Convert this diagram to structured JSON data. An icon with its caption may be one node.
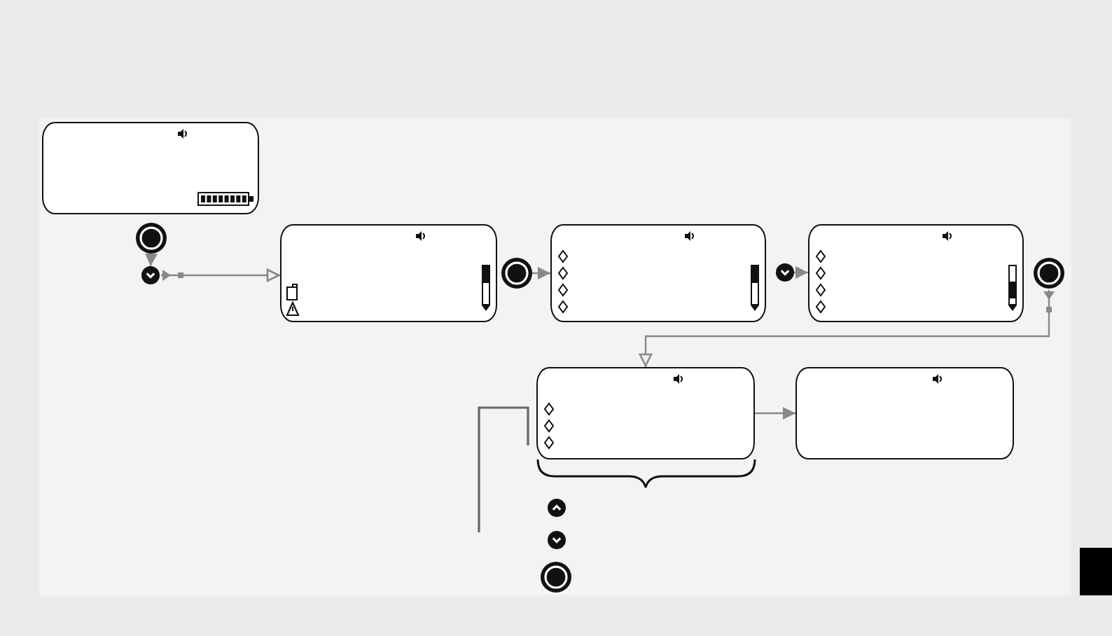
{
  "diagram": {
    "nodes": [
      {
        "text": [],
        "shape": "box"
      },
      {
        "text": [],
        "shape": "circle"
      },
      {
        "text": [],
        "shape": "circle"
      },
      {
        "text": [],
        "shape": "box"
      },
      {
        "text": [],
        "shape": "circle"
      },
      {
        "text": [],
        "shape": "box"
      },
      {
        "text": [],
        "shape": "circle"
      },
      {
        "text": [],
        "shape": "box"
      },
      {
        "text": [],
        "shape": "circle"
      },
      {
        "text": [],
        "shape": "box"
      },
      {
        "text": [],
        "shape": "box"
      },
      {
        "text": [],
        "shape": "circle"
      },
      {
        "text": [],
        "shape": "circle"
      },
      {
        "text": [],
        "shape": "circle"
      }
    ],
    "edges": [
      {
        "from": 1,
        "to": 2,
        "arrow": "to"
      },
      {
        "from": 2,
        "to": 3,
        "arrow": "to"
      },
      {
        "from": 4,
        "to": 5,
        "arrow": "to"
      },
      {
        "from": 6,
        "to": 7,
        "arrow": "to"
      },
      {
        "from": 8,
        "to": 9,
        "arrow": "to"
      },
      {
        "from": 9,
        "to": 10,
        "arrow": "to"
      }
    ]
  }
}
